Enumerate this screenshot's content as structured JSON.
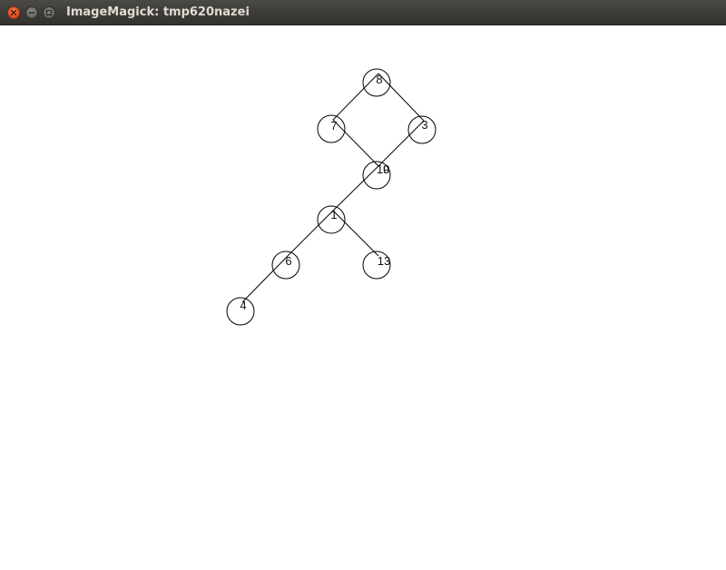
{
  "window": {
    "title": "ImageMagick: tmp620nazei",
    "buttons": {
      "close_icon": "close-icon",
      "minimize_icon": "minimize-icon",
      "maximize_icon": "maximize-icon"
    }
  },
  "tree": {
    "nodes": [
      {
        "id": "n8",
        "label": "8"
      },
      {
        "id": "n7",
        "label": "7"
      },
      {
        "id": "n3",
        "label": "3"
      },
      {
        "id": "n10",
        "label": "10"
      },
      {
        "id": "n9",
        "label": "9"
      },
      {
        "id": "n1",
        "label": "1"
      },
      {
        "id": "n6",
        "label": "6"
      },
      {
        "id": "n13",
        "label": "13"
      },
      {
        "id": "n4",
        "label": "4"
      }
    ],
    "edges": [
      [
        "n8",
        "n7"
      ],
      [
        "n8",
        "n3"
      ],
      [
        "n7",
        "n10"
      ],
      [
        "n3",
        "n10"
      ],
      [
        "n10",
        "n1"
      ],
      [
        "n1",
        "n6"
      ],
      [
        "n1",
        "n13"
      ],
      [
        "n6",
        "n4"
      ]
    ]
  }
}
